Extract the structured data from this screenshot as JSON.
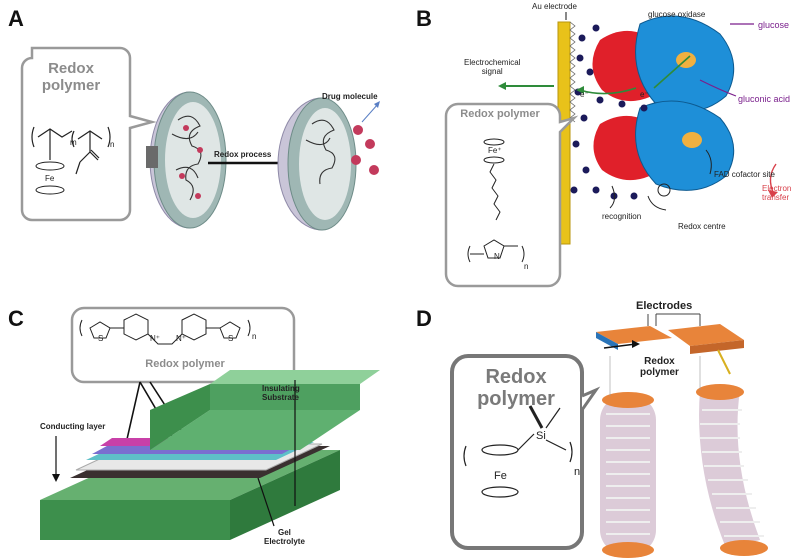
{
  "panels": {
    "a": {
      "letter": "A",
      "callout_title_line1": "Redox",
      "callout_title_line2": "polymer",
      "process_label": "Redox process",
      "drug_label": "Drug molecule",
      "formula": {
        "sub_m": "m",
        "sub_n": "n",
        "metal": "Fe"
      }
    },
    "b": {
      "letter": "B",
      "electrode_label": "Au electrode",
      "signal_line1": "Electrochemical",
      "signal_line2": "signal",
      "enzyme_label": "glucose oxidase",
      "glucose_label": "glucose",
      "gluconic_label": "gluconic acid",
      "fad_label": "FAD cofactor site",
      "recognition_label": "recognition",
      "redox_centre_label": "Redox centre",
      "electron_line1": "Electron",
      "electron_line2": "transfer",
      "callout_title": "Redox polymer",
      "electron_symbol": "e⁻",
      "formula": {
        "metal": "Fe⁺",
        "sub_n": "n",
        "atom_n": "N"
      }
    },
    "c": {
      "letter": "C",
      "callout_title": "Redox polymer",
      "insulating_line1": "Insulating",
      "insulating_line2": "Substrate",
      "conducting_label": "Conducting layer",
      "gel_line1": "Gel",
      "gel_line2": "Electrolyte",
      "formula": {
        "sub_n": "n",
        "atom_s": "S",
        "atom_n": "N⁺"
      }
    },
    "d": {
      "letter": "D",
      "callout_title_line1": "Redox",
      "callout_title_line2": "polymer",
      "electrodes_label": "Electrodes",
      "redox_line1": "Redox",
      "redox_line2": "polymer",
      "formula": {
        "metal": "Fe",
        "atom_si": "Si",
        "sub_n": "n"
      }
    }
  },
  "colors": {
    "callout_border": "#9a9a9a",
    "arrow_green": "#2e8b3a",
    "electrode_gold": "#e8c21a",
    "enzyme_red": "#e0202a",
    "enzyme_blue": "#1e8fd8",
    "purple_text": "#7a1f8c",
    "red_text": "#d8404a",
    "copper": "#e8843a"
  }
}
